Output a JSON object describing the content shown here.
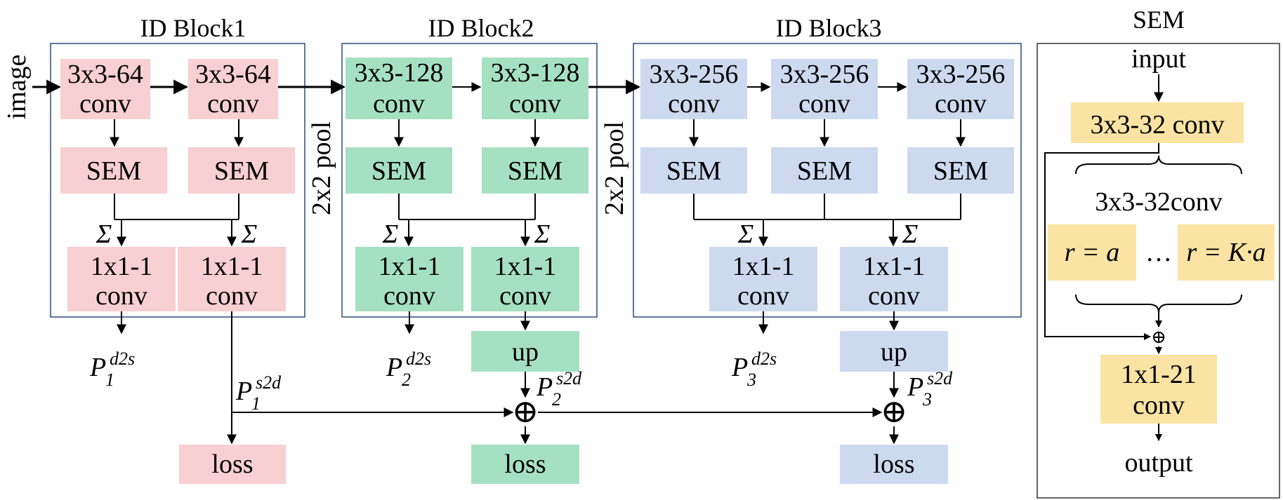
{
  "colors": {
    "pink": "#F8CFD2",
    "green": "#A6E0C2",
    "blue": "#CDD9EF",
    "yellow": "#FBE3A3",
    "block_border": "#2E4A7A",
    "sem_border": "#333333"
  },
  "titles": {
    "block1": "ID Block1",
    "block2": "ID Block2",
    "block3": "ID Block3",
    "sem": "SEM"
  },
  "input_label": "image",
  "pool_label": "2x2 pool",
  "block1": {
    "conv1_l1": "3x3-64",
    "conv1_l2": "conv",
    "conv2_l1": "3x3-64",
    "conv2_l2": "conv",
    "sem1": "SEM",
    "sem2": "SEM",
    "sigma1": "Σ",
    "sigma2": "Σ",
    "side1_l1": "1x1-1",
    "side1_l2": "conv",
    "side2_l1": "1x1-1",
    "side2_l2": "conv"
  },
  "block2": {
    "conv1_l1": "3x3-128",
    "conv1_l2": "conv",
    "conv2_l1": "3x3-128",
    "conv2_l2": "conv",
    "sem1": "SEM",
    "sem2": "SEM",
    "sigma1": "Σ",
    "sigma2": "Σ",
    "side1_l1": "1x1-1",
    "side1_l2": "conv",
    "side2_l1": "1x1-1",
    "side2_l2": "conv",
    "up": "up"
  },
  "block3": {
    "conv1_l1": "3x3-256",
    "conv1_l2": "conv",
    "conv2_l1": "3x3-256",
    "conv2_l2": "conv",
    "conv3_l1": "3x3-256",
    "conv3_l2": "conv",
    "sem1": "SEM",
    "sem2": "SEM",
    "sem3": "SEM",
    "sigma1": "Σ",
    "sigma2": "Σ",
    "side1_l1": "1x1-1",
    "side1_l2": "conv",
    "side2_l1": "1x1-1",
    "side2_l2": "conv",
    "up": "up"
  },
  "outputs": {
    "p_base": "P",
    "d2s_sup": "d2s",
    "s2d_sup": "s2d",
    "idx1": "1",
    "idx2": "2",
    "idx3": "3",
    "loss": "loss",
    "oplus": "⊕"
  },
  "sem_module": {
    "input": "input",
    "conv_top": "3x3-32 conv",
    "branch_label": "3x3-32conv",
    "r_first": "r = a",
    "ellipsis": "…",
    "r_last": "r = K·a",
    "final_l1": "1x1-21",
    "final_l2": "conv",
    "output": "output",
    "plus": "⊕"
  }
}
